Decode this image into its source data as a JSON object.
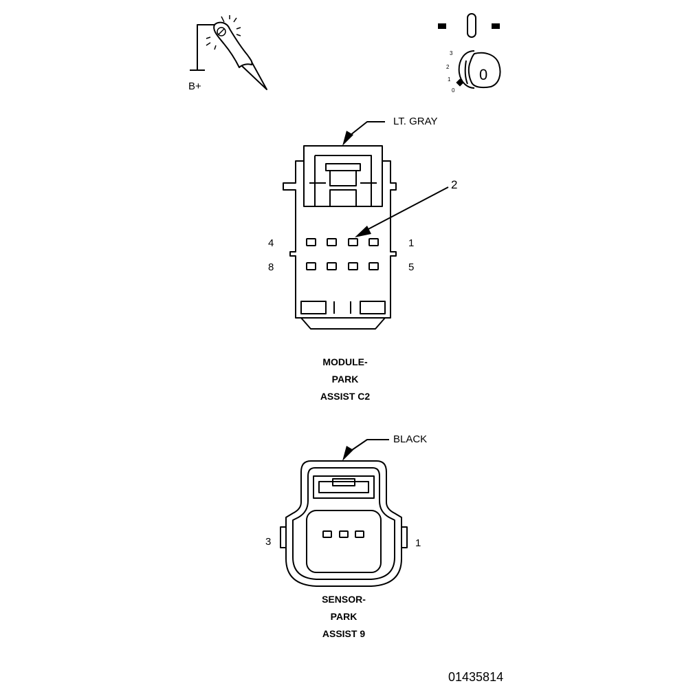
{
  "symbols": {
    "battery_label": "B+",
    "probe_icon": "test-light-probe-icon",
    "ignition_icon": "ignition-switch-key-icon",
    "ignition_positions": [
      "3",
      "2",
      "1",
      "0"
    ],
    "key_label": "0"
  },
  "module_connector": {
    "color_label": "LT. GRAY",
    "callout_number": "2",
    "pin_labels": {
      "top_left": "4",
      "top_right": "1",
      "bottom_left": "8",
      "bottom_right": "5"
    },
    "caption_lines": [
      "MODULE-",
      "PARK",
      "ASSIST C2"
    ]
  },
  "sensor_connector": {
    "color_label": "BLACK",
    "pin_labels": {
      "left": "3",
      "right": "1"
    },
    "caption_lines": [
      "SENSOR-",
      "PARK",
      "ASSIST 9"
    ]
  },
  "figure_id": "01435814"
}
